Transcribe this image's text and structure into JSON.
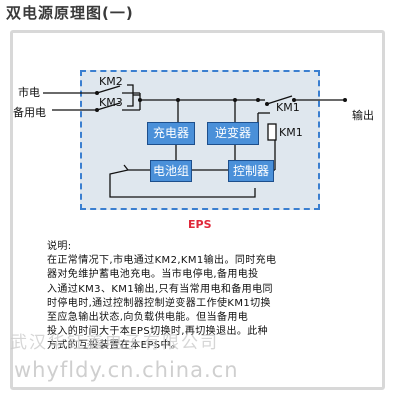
{
  "title": "双电源原理图(一)",
  "diagram": {
    "mains_label": "市电",
    "backup_label": "备用电",
    "km2_label": "KM2",
    "km3_label": "KM3",
    "km1_label": "KM1",
    "km1_coil_label": "KM1",
    "output_label": "输出",
    "charger_label": "充电器",
    "inverter_label": "逆变器",
    "battery_label": "电池组",
    "controller_label": "控制器",
    "system_label": "EPS"
  },
  "note": {
    "heading": "说明:",
    "lines": [
      "在正常情况下,市电通过KM2,KM1输出。同时充电",
      "器对免维护蓄电池充电。当市电停电,备用电投",
      "入通过KM3、KM1输出,只有当常用电和备用电同",
      "时停电时,通过控制器控制逆变器工作使KM1切换",
      "至应急输出状态,向负载供电能。但当备用电",
      "投入的时间大于本EPS切换时,再切换退出。此种",
      "方式的互投装置在本EPS中。"
    ]
  },
  "watermark": {
    "company": "武汉华钰鑫电子有限公司",
    "url": "whyfldy.cn.china.cn"
  },
  "colors": {
    "panel_fill": "#dfe7ee",
    "panel_border": "#3a7fd0",
    "box_fill": "#4a90d9",
    "eps_text": "#e0283a"
  }
}
